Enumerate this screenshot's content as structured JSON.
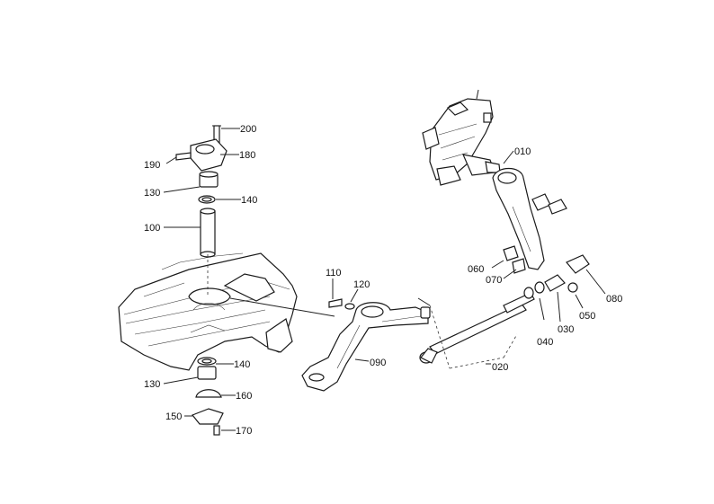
{
  "diagram": {
    "callouts": [
      {
        "id": "010",
        "text": "010"
      },
      {
        "id": "020",
        "text": "020"
      },
      {
        "id": "030",
        "text": "030"
      },
      {
        "id": "040",
        "text": "040"
      },
      {
        "id": "050",
        "text": "050"
      },
      {
        "id": "060",
        "text": "060"
      },
      {
        "id": "070",
        "text": "070"
      },
      {
        "id": "080",
        "text": "080"
      },
      {
        "id": "090",
        "text": "090"
      },
      {
        "id": "100",
        "text": "100"
      },
      {
        "id": "110",
        "text": "110"
      },
      {
        "id": "120",
        "text": "120"
      },
      {
        "id": "130a",
        "text": "130"
      },
      {
        "id": "130b",
        "text": "130"
      },
      {
        "id": "140a",
        "text": "140"
      },
      {
        "id": "140b",
        "text": "140"
      },
      {
        "id": "150",
        "text": "150"
      },
      {
        "id": "160",
        "text": "160"
      },
      {
        "id": "170",
        "text": "170"
      },
      {
        "id": "180",
        "text": "180"
      },
      {
        "id": "190",
        "text": "190"
      },
      {
        "id": "200",
        "text": "200"
      }
    ]
  }
}
